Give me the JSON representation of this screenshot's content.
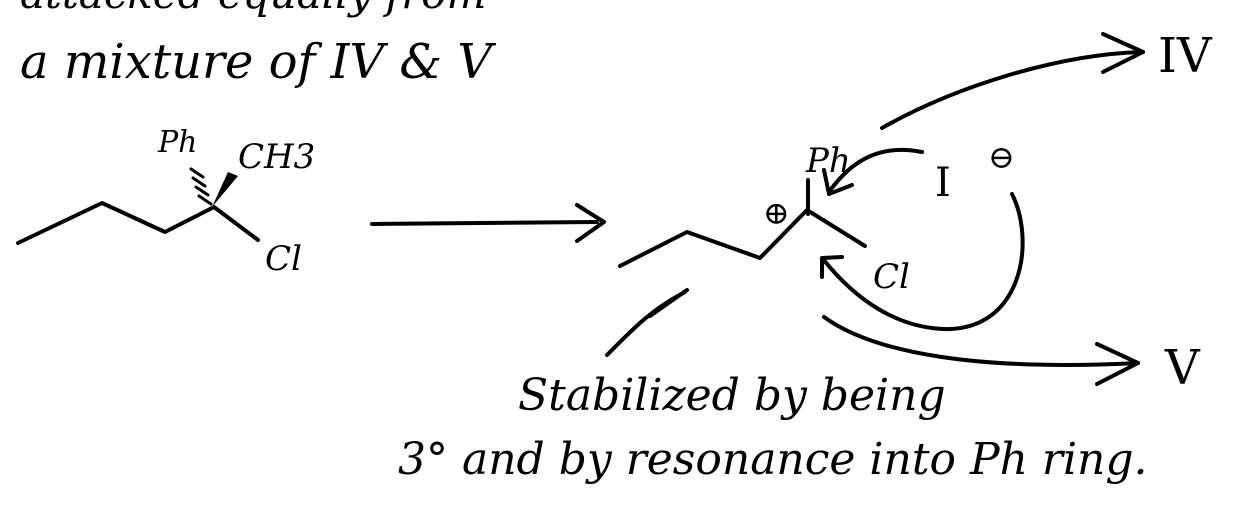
{
  "page": {
    "top_partial": "attacked equally from",
    "mixture_text": "a mixture of IV & V"
  },
  "reactant": {
    "ph_label": "Ph",
    "ch3_label": "CH3",
    "cl_label": "Cl"
  },
  "intermediate": {
    "ph_label": "Ph",
    "charge": "⊕",
    "cl_label": "Cl",
    "nucleophile": "I",
    "nucleophile_charge": "⊖"
  },
  "products": {
    "top": "IV",
    "bottom": "V"
  },
  "notes": {
    "stability_line_1": "Stabilized by being",
    "stability_line_2": "3° and by resonance into Ph ring."
  }
}
